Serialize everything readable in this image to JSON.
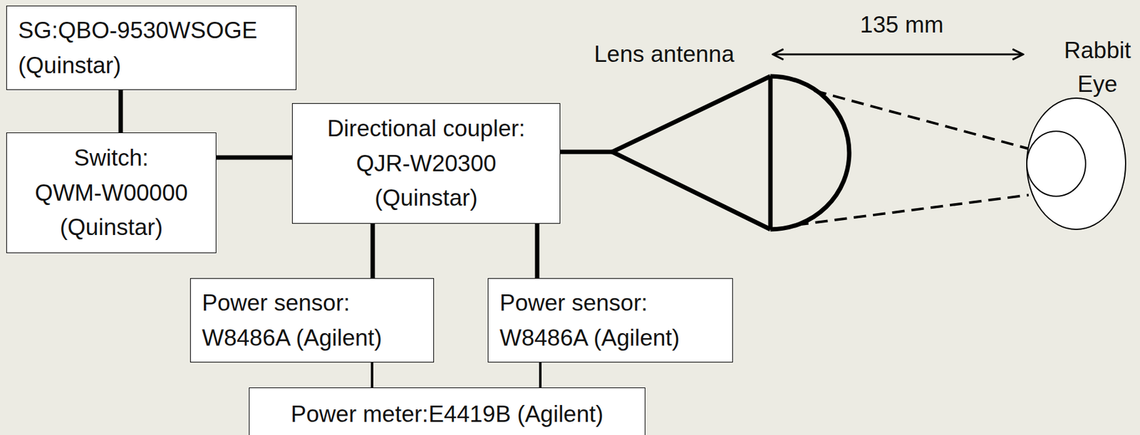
{
  "diagram": {
    "nodes": [
      {
        "text": [
          "SG:QBO-9530WSOGE (Quinstar)"
        ]
      },
      {
        "text": [
          "Switch: QWM-W00000 (Quinstar)"
        ]
      },
      {
        "text": [
          "Directional coupler: QJR-W20300 (Quinstar)"
        ]
      },
      {
        "text": [
          "Power sensor: W8486A (Agilent)"
        ]
      },
      {
        "text": [
          "Power sensor: W8486A (Agilent)"
        ]
      },
      {
        "text": [
          "Power meter:E4419B (Agilent)"
        ]
      },
      {
        "text": [
          "Lens antenna"
        ]
      },
      {
        "text": [
          "Rabbit Eye"
        ]
      }
    ],
    "edges": [
      {
        "from": 0,
        "to": 1,
        "arrow": "none"
      },
      {
        "from": 1,
        "to": 2,
        "arrow": "none"
      },
      {
        "from": 2,
        "to": 3,
        "arrow": "none"
      },
      {
        "from": 2,
        "to": 4,
        "arrow": "none"
      },
      {
        "from": 3,
        "to": 5,
        "arrow": "none"
      },
      {
        "from": 4,
        "to": 5,
        "arrow": "none"
      },
      {
        "from": 2,
        "to": 6,
        "arrow": "none"
      }
    ],
    "labels": [
      "135 mm"
    ]
  }
}
